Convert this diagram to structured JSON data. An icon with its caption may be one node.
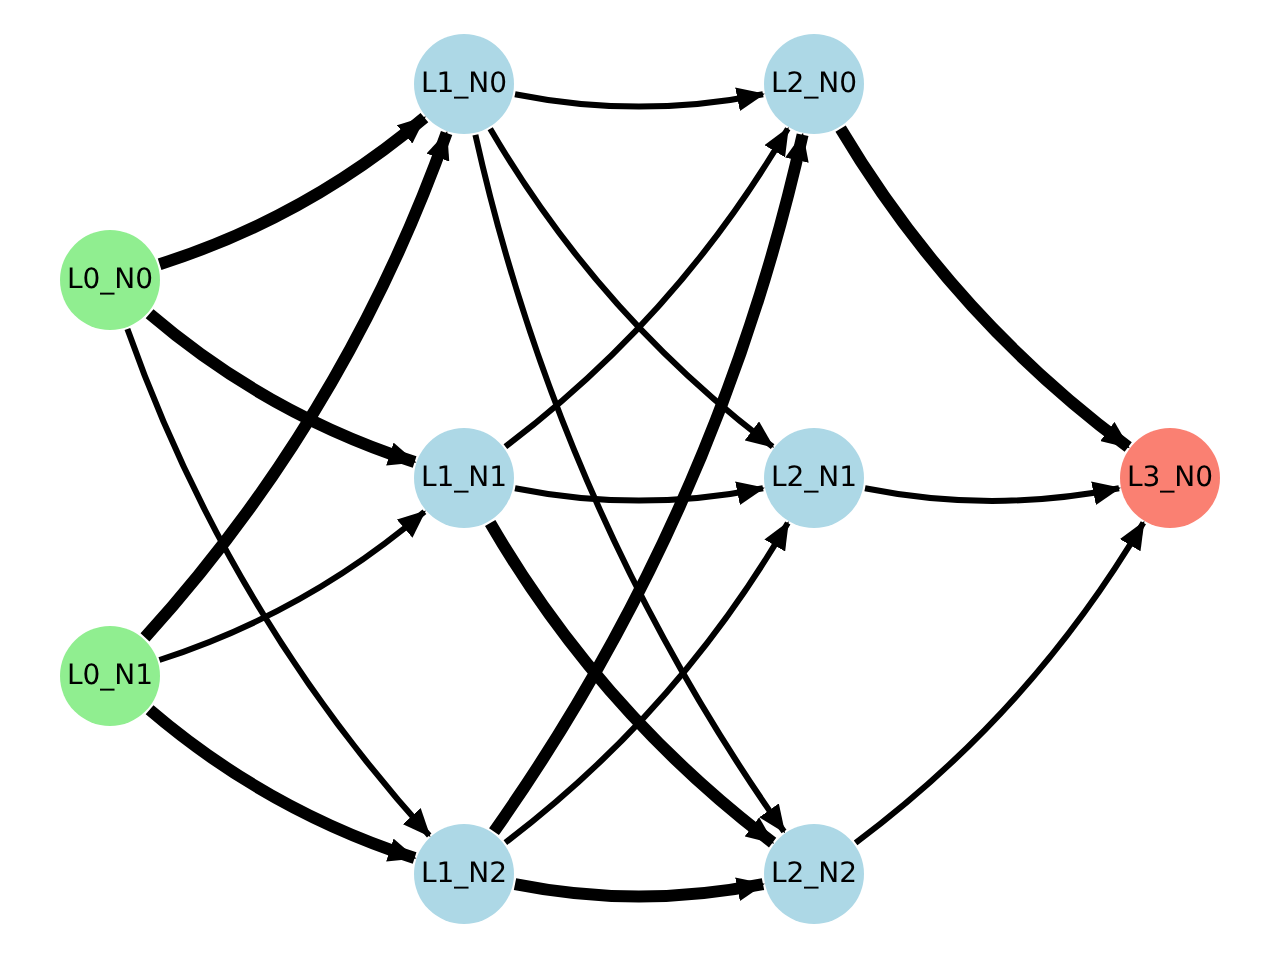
{
  "diagram": {
    "nodes": [
      {
        "text": [
          "L0_N0"
        ]
      },
      {
        "text": [
          "L0_N1"
        ]
      },
      {
        "text": [
          "L1_N0"
        ]
      },
      {
        "text": [
          "L1_N1"
        ]
      },
      {
        "text": [
          "L1_N2"
        ]
      },
      {
        "text": [
          "L2_N0"
        ]
      },
      {
        "text": [
          "L2_N1"
        ]
      },
      {
        "text": [
          "L2_N2"
        ]
      },
      {
        "text": [
          "L3_N0"
        ]
      }
    ],
    "edges": [
      {
        "from": 0,
        "to": 2,
        "arrow": "to",
        "style": "thick"
      },
      {
        "from": 0,
        "to": 3,
        "arrow": "to",
        "style": "thick"
      },
      {
        "from": 0,
        "to": 4,
        "arrow": "to"
      },
      {
        "from": 1,
        "to": 2,
        "arrow": "to",
        "style": "thick"
      },
      {
        "from": 1,
        "to": 3,
        "arrow": "to"
      },
      {
        "from": 1,
        "to": 4,
        "arrow": "to",
        "style": "thick"
      },
      {
        "from": 2,
        "to": 5,
        "arrow": "to"
      },
      {
        "from": 2,
        "to": 6,
        "arrow": "to"
      },
      {
        "from": 2,
        "to": 7,
        "arrow": "to"
      },
      {
        "from": 3,
        "to": 5,
        "arrow": "to"
      },
      {
        "from": 3,
        "to": 6,
        "arrow": "to"
      },
      {
        "from": 3,
        "to": 7,
        "arrow": "to",
        "style": "thick"
      },
      {
        "from": 4,
        "to": 5,
        "arrow": "to",
        "style": "thick"
      },
      {
        "from": 4,
        "to": 6,
        "arrow": "to"
      },
      {
        "from": 4,
        "to": 7,
        "arrow": "to",
        "style": "thick"
      },
      {
        "from": 5,
        "to": 8,
        "arrow": "to",
        "style": "thick"
      },
      {
        "from": 6,
        "to": 8,
        "arrow": "to"
      },
      {
        "from": 7,
        "to": 8,
        "arrow": "to"
      }
    ]
  }
}
